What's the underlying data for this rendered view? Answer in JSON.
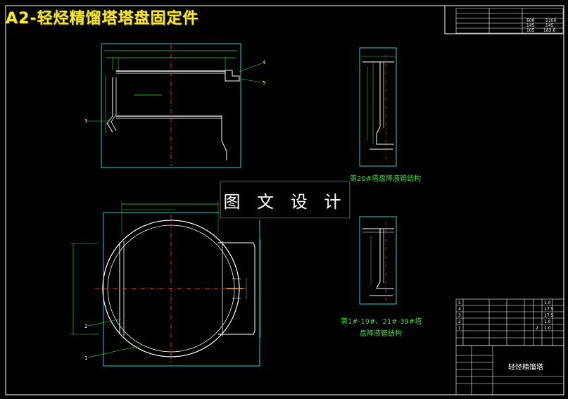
{
  "header": {
    "title": "A2-轻烃精馏塔塔盘固定件"
  },
  "watermark": {
    "text": "图 文 设 计"
  },
  "views": {
    "top_view": {
      "label_3": "3",
      "label_4": "4",
      "label_5": "5"
    },
    "plan_view": {
      "label_1": "1",
      "label_2": "2"
    },
    "detail_20": {
      "caption": "第20#塔盘降液管结构"
    },
    "detail_1_39": {
      "caption_line1": "第1#-19#、21#-39#塔",
      "caption_line2": "盘降液管结构"
    }
  },
  "spec_table": {
    "rows": [
      [
        "",
        "",
        "",
        ""
      ],
      [
        "",
        "",
        "",
        ""
      ],
      [
        "",
        "",
        "600",
        "1100"
      ],
      [
        "",
        "",
        "145",
        "145"
      ],
      [
        "",
        "",
        "105",
        "183.6"
      ]
    ]
  },
  "bom": {
    "rows": [
      [
        "5",
        "",
        "",
        "",
        "",
        "1.0"
      ],
      [
        "4",
        "",
        "",
        "",
        "",
        "17.5"
      ],
      [
        "3",
        "",
        "",
        "",
        "",
        "17.5"
      ],
      [
        "2",
        "",
        "",
        "",
        "",
        "1.0"
      ],
      [
        "1",
        "",
        "",
        "",
        "2",
        "1.0"
      ]
    ]
  },
  "title_block": {
    "name": "轻烃精馏塔"
  },
  "colors": {
    "accent": "#f6e63a",
    "line_white": "#ffffff",
    "line_green": "#3ddc3d",
    "line_cyan": "#20d0d0",
    "line_red": "#ff3030"
  }
}
